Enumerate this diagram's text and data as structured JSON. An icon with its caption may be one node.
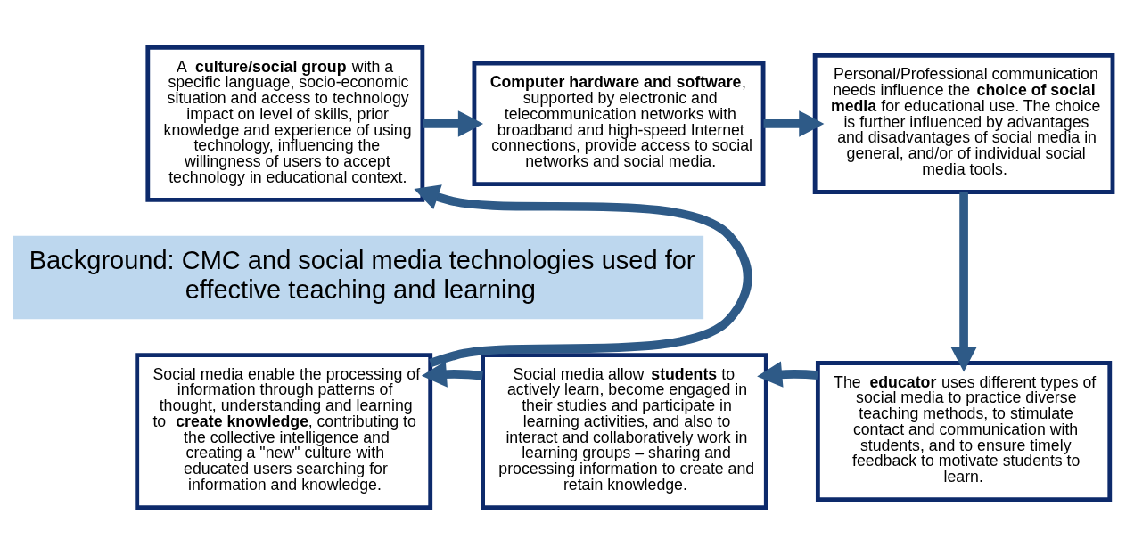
{
  "diagram": {
    "nodes": [
      {
        "text": [
          "A **culture/social group** with a specific language, socio-economic situation and access to technology impact on level of skills, prior knowledge and experience of using technology, influencing the willingness of users to accept technology in educational context."
        ]
      },
      {
        "text": [
          "**Computer hardware and software**, supported by electronic and telecommunication networks with broadband and high-speed Internet connections, provide access to social networks and social media."
        ]
      },
      {
        "text": [
          "Personal/Professional communication needs influence the **choice of social media** for educational use. The choice is further influenced by advantages and disadvantages of social media in general, and/or of individual social media tools."
        ]
      },
      {
        "text": [
          "Background: CMC and social media technologies used for effective teaching and learning"
        ]
      },
      {
        "text": [
          "Social media enable the processing of information through patterns of thought, understanding and learning to **create knowledge**, contributing to the collective intelligence and creating a \"new\" culture with educated users searching for information and knowledge."
        ]
      },
      {
        "text": [
          "Social media allow **students** to actively learn, become engaged in their studies and participate in learning activities, and also to interact and collaboratively work in learning groups – sharing and processing information to create and retain knowledge."
        ]
      },
      {
        "text": [
          "The **educator** uses different types of social media to practice diverse teaching methods, to stimulate contact and communication with students, and to ensure timely feedback to motivate students to learn."
        ]
      }
    ],
    "edges": [
      {
        "from": 0,
        "to": 1,
        "arrow": "to"
      },
      {
        "from": 1,
        "to": 2,
        "arrow": "to"
      },
      {
        "from": 2,
        "to": 6,
        "arrow": "to"
      },
      {
        "from": 6,
        "to": 5,
        "arrow": "to"
      },
      {
        "from": 5,
        "to": 4,
        "arrow": "to"
      },
      {
        "from": 4,
        "to": 0,
        "arrow": "to"
      }
    ]
  }
}
